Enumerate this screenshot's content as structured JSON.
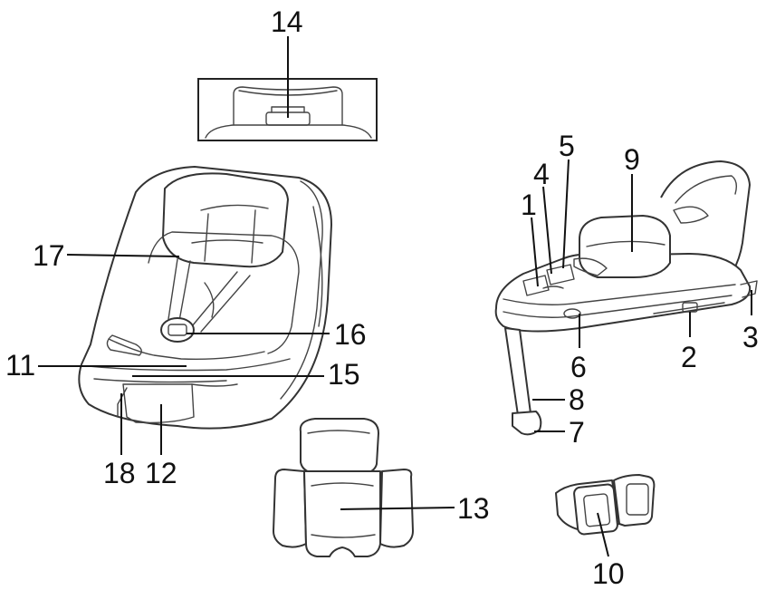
{
  "labels": {
    "n1": "1",
    "n2": "2",
    "n3": "3",
    "n4": "4",
    "n5": "5",
    "n6": "6",
    "n7": "7",
    "n8": "8",
    "n9": "9",
    "n10": "10",
    "n11": "11",
    "n12": "12",
    "n13": "13",
    "n14": "14",
    "n15": "15",
    "n16": "16",
    "n17": "17",
    "n18": "18"
  }
}
